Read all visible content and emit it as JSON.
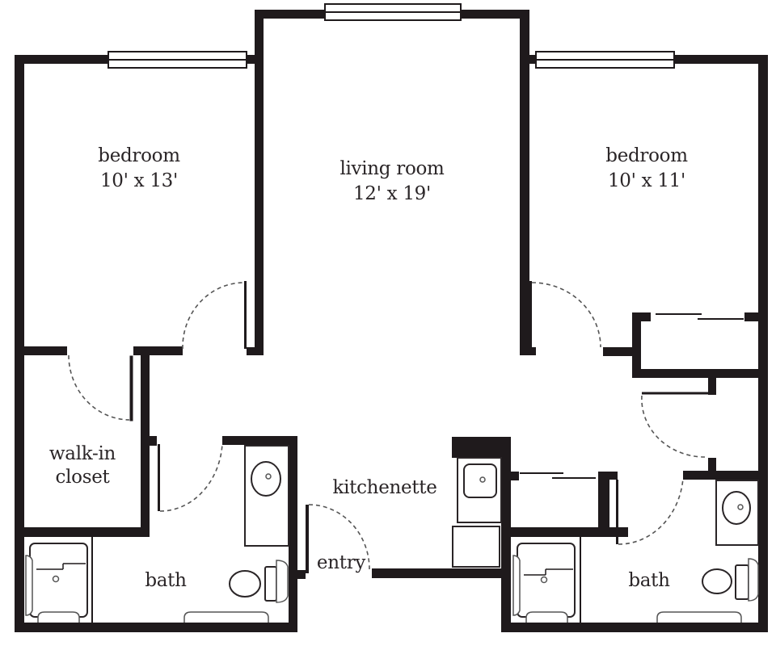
{
  "plan": {
    "type": "two-bedroom apartment floor plan",
    "colors": {
      "wall": "#1f1a1c",
      "background": "#ffffff",
      "text": "#2b2628",
      "door_swing": "#555555"
    },
    "rooms": {
      "bedroom_left": {
        "name": "bedroom",
        "size": "10' x 13'"
      },
      "living_room": {
        "name": "living room",
        "size": "12' x 19'"
      },
      "bedroom_right": {
        "name": "bedroom",
        "size": "10' x 11'"
      },
      "walk_in_closet": {
        "line1": "walk-in",
        "line2": "closet"
      },
      "kitchenette": {
        "name": "kitchenette"
      },
      "entry": {
        "name": "entry"
      },
      "bath_left": {
        "name": "bath"
      },
      "bath_right": {
        "name": "bath"
      }
    }
  }
}
